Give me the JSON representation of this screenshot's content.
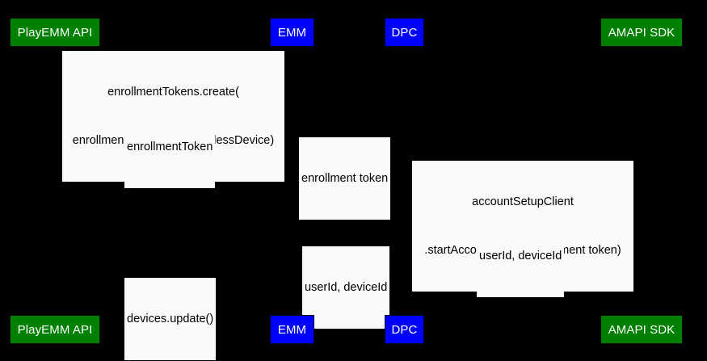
{
  "diagram": {
    "type": "sequence-diagram",
    "background_color": "#000000",
    "label_background_color": "#fafafa",
    "label_text_color": "#000000",
    "participant_text_color": "#ffffff",
    "colors": {
      "green": "#008000",
      "blue": "#0000ff"
    }
  },
  "participants_top": [
    {
      "name": "playemm-api",
      "label": "PlayEMM API",
      "color": "green"
    },
    {
      "name": "emm",
      "label": "EMM",
      "color": "blue"
    },
    {
      "name": "dpc",
      "label": "DPC",
      "color": "blue"
    },
    {
      "name": "amapi-sdk",
      "label": "AMAPI SDK",
      "color": "green"
    }
  ],
  "participants_bottom": [
    {
      "name": "playemm-api",
      "label": "PlayEMM API",
      "color": "green"
    },
    {
      "name": "emm",
      "label": "EMM",
      "color": "blue"
    },
    {
      "name": "dpc",
      "label": "DPC",
      "color": "blue"
    },
    {
      "name": "amapi-sdk",
      "label": "AMAPI SDK",
      "color": "green"
    }
  ],
  "messages": [
    {
      "name": "enrollment-tokens-create",
      "line1": "enrollmentTokens.create(",
      "line2": "enrollmentTokenType=userlessDevice)",
      "from": "emm",
      "to": "playemm-api"
    },
    {
      "name": "enrollment-token-response",
      "line1": "enrollmentToken",
      "from": "playemm-api",
      "to": "emm"
    },
    {
      "name": "enrollment-token-to-dpc",
      "line1": "enrollment token",
      "from": "emm",
      "to": "dpc"
    },
    {
      "name": "start-account-setup",
      "line1": "accountSetupClient",
      "line2": ".startAccountSetup(entrollment token)",
      "from": "dpc",
      "to": "amapi-sdk"
    },
    {
      "name": "userid-deviceid-to-dpc",
      "line1": "userId, deviceId",
      "from": "amapi-sdk",
      "to": "dpc"
    },
    {
      "name": "userid-deviceid-to-emm",
      "line1": "userId, deviceId",
      "from": "dpc",
      "to": "emm"
    },
    {
      "name": "devices-update",
      "line1": "devices.update()",
      "from": "emm",
      "to": "playemm-api"
    }
  ]
}
